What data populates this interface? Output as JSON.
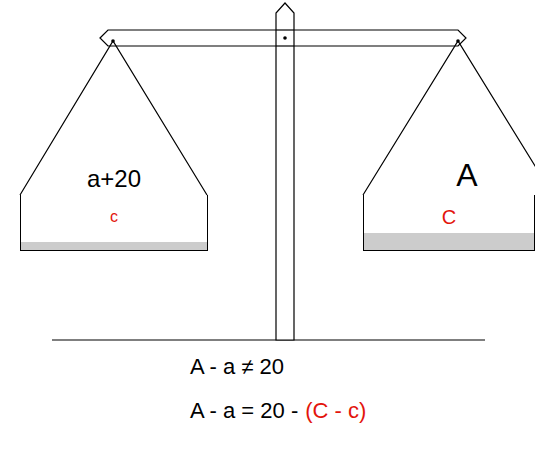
{
  "diagram": {
    "nodes": [
      {
        "text": [
          "a+20",
          "c"
        ]
      },
      {
        "text": [
          "A",
          "C"
        ]
      }
    ],
    "labels": [
      "A - a ≠ 20",
      "A - a = 20 -",
      "(C - c)"
    ]
  }
}
